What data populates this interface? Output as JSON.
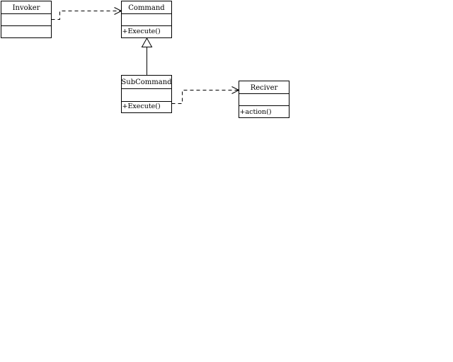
{
  "diagram": {
    "classes": {
      "invoker": {
        "name": "Invoker",
        "operations": []
      },
      "command": {
        "name": "Command",
        "operations": [
          "+Execute()"
        ]
      },
      "subcommand": {
        "name": "SubCommand",
        "operations": [
          "+Execute()"
        ]
      },
      "receiver": {
        "name": "Reciver",
        "operations": [
          "+action()"
        ]
      }
    },
    "relations": [
      {
        "type": "dependency",
        "from": "invoker",
        "to": "command"
      },
      {
        "type": "generalization",
        "from": "subcommand",
        "to": "command"
      },
      {
        "type": "dependency",
        "from": "subcommand",
        "to": "receiver"
      }
    ],
    "colors": {
      "stroke": "#000000",
      "background": "#ffffff"
    }
  }
}
